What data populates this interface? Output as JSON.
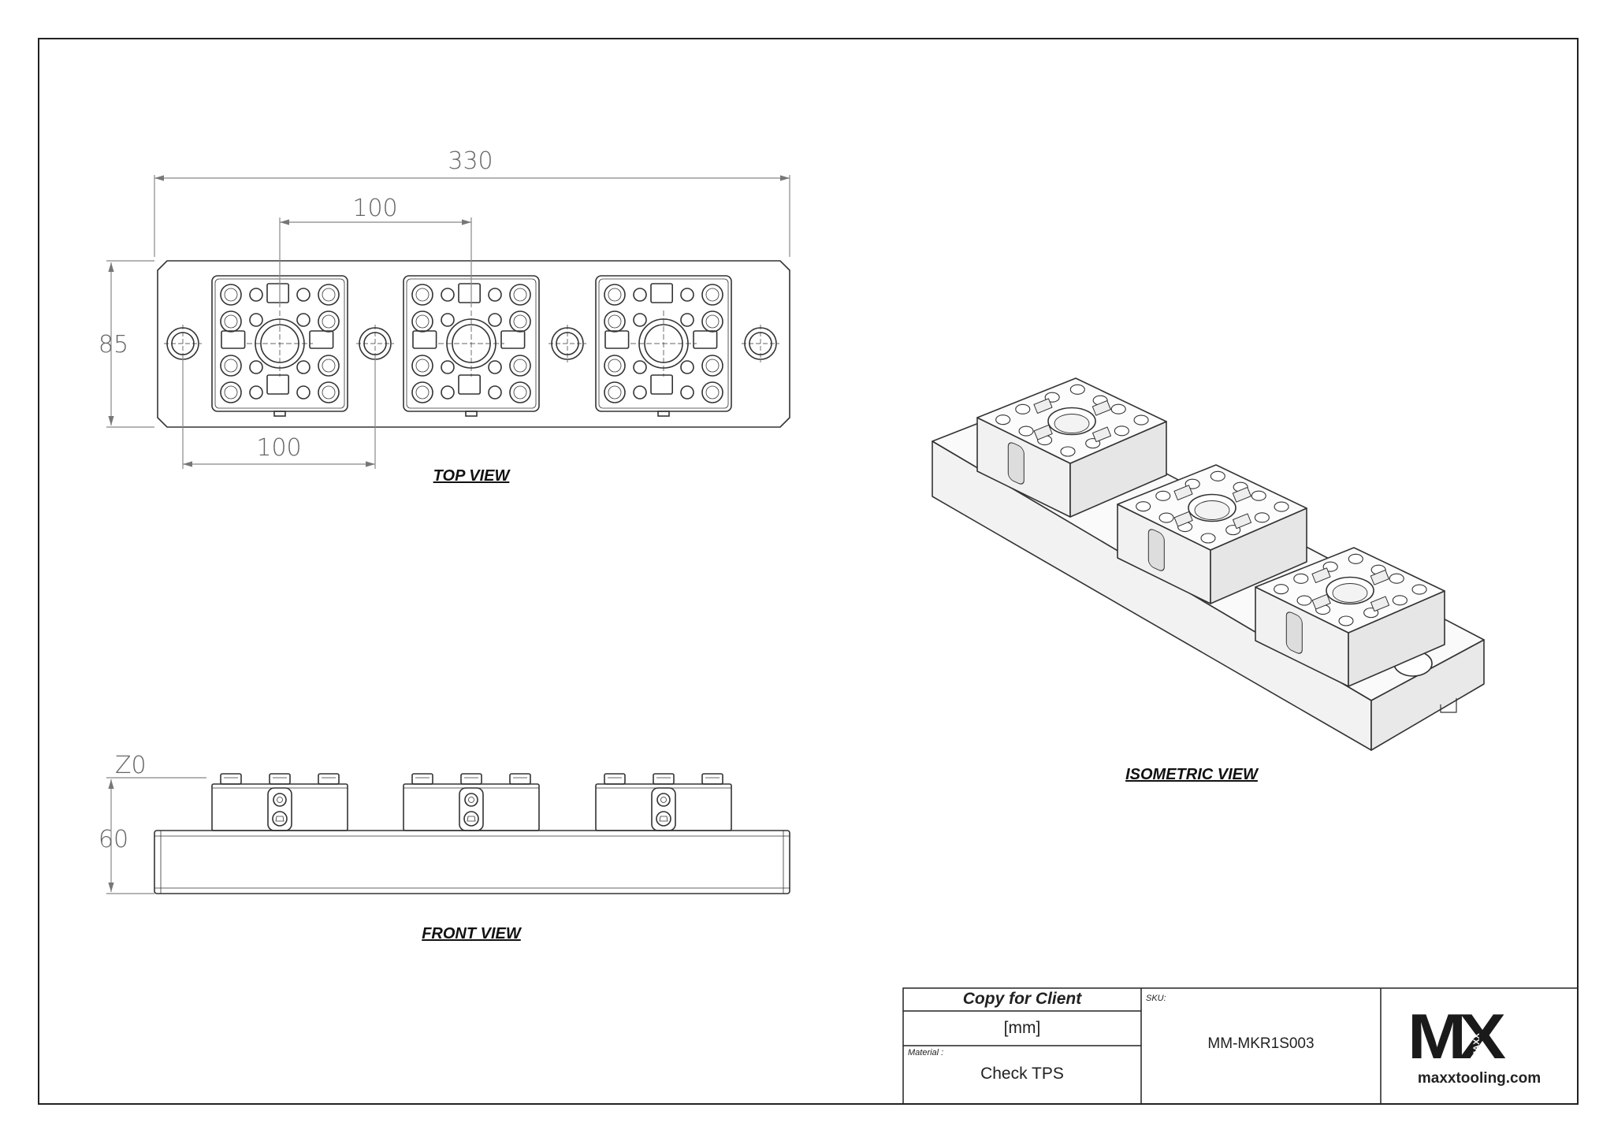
{
  "dimensions": {
    "overall_length": "330",
    "pitch_top": "100",
    "width": "85",
    "pitch_bottom": "100",
    "z_reference": "Z0",
    "height": "60"
  },
  "views": {
    "top": "TOP VIEW",
    "front": "FRONT VIEW",
    "isometric": "ISOMETRIC VIEW"
  },
  "title_block": {
    "copy_label": "Copy for Client",
    "units": "[mm]",
    "material_label": "Material :",
    "material_value": "Check TPS",
    "sku_label": "SKU:",
    "sku_value": "MM-MKR1S003",
    "logo_text": "MX",
    "logo_vertical": "MAXX",
    "website": "maxxtooling.com"
  }
}
